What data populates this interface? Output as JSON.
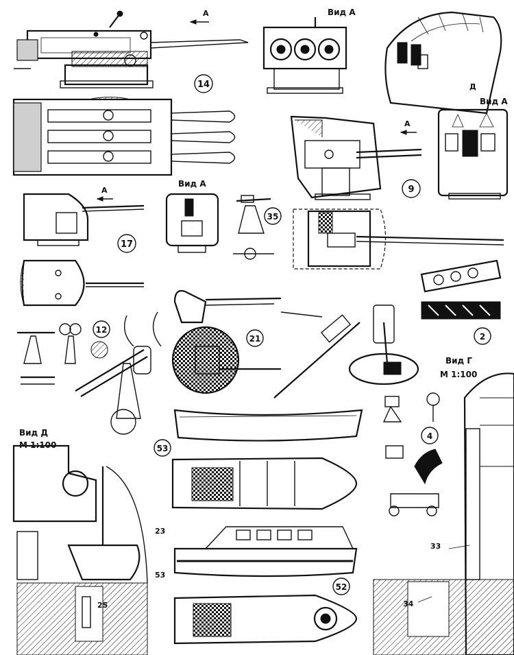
{
  "figures": [
    {
      "id": "14",
      "label": "14"
    },
    {
      "id": "9",
      "label": "9"
    },
    {
      "id": "17",
      "label": "17"
    },
    {
      "id": "35",
      "label": "35"
    },
    {
      "id": "12",
      "label": "12"
    },
    {
      "id": "21",
      "label": "21"
    },
    {
      "id": "2",
      "label": "2"
    },
    {
      "id": "4",
      "label": "4"
    },
    {
      "id": "53",
      "label": "53"
    },
    {
      "id": "52",
      "label": "52"
    }
  ],
  "views": {
    "vid_a_top": "Вид А",
    "vid_a_right": "Вид А",
    "vid_a_left": "Вид А",
    "vid_g": "Вид Г",
    "vid_d": "Вид Д",
    "scale_g": "М 1:100",
    "scale_d": "М 1:100"
  },
  "arrows": {
    "a1": "А",
    "a2": "А",
    "a3": "А"
  },
  "callouts": {
    "c23": "23",
    "c53": "53",
    "c25": "25",
    "c33": "33",
    "c34": "34"
  },
  "marks": {
    "turret_letter": "Д"
  }
}
